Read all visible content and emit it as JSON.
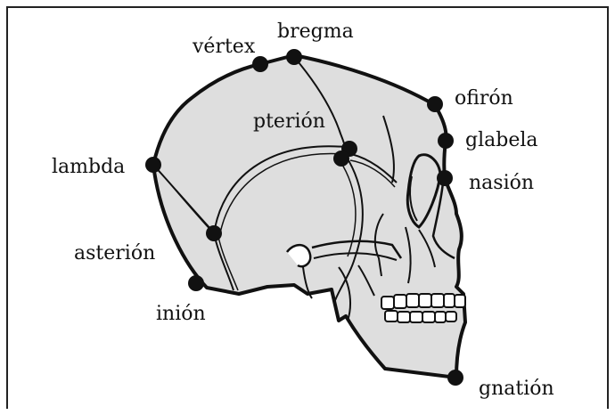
{
  "diagram": {
    "labels": {
      "vertex": "vértex",
      "bregma": "bregma",
      "ofiron": "ofirón",
      "glabela": "glabela",
      "nasion": "nasión",
      "pterion": "pterión",
      "lambda": "lambda",
      "asterion": "asterión",
      "inion": "inión",
      "gnation": "gnatión"
    }
  },
  "colors": {
    "skull_fill": "#dedede",
    "outline": "#111111",
    "landmark": "#111111"
  }
}
